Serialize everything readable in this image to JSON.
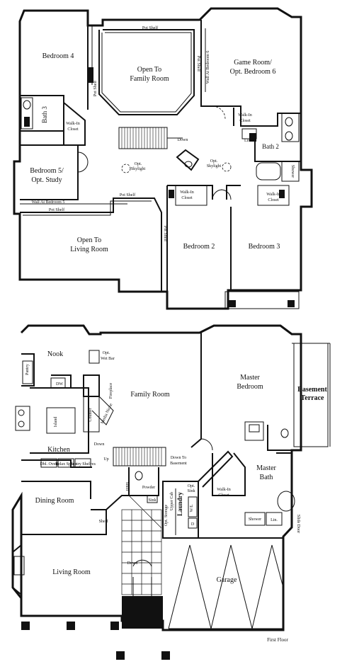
{
  "upper_floor": {
    "rooms": {
      "bedroom4": "Bedroom 4",
      "open_family_1": "Open To",
      "open_family_2": "Family Room",
      "game_room_1": "Game Room/",
      "game_room_2": "Opt. Bedroom 6",
      "bath3": "Bath 3",
      "bedroom5_1": "Bedroom 5/",
      "bedroom5_2": "Opt. Study",
      "bath2": "Bath 2",
      "open_living_1": "Open To",
      "open_living_2": "Living Room",
      "bedroom2": "Bedroom 2",
      "bedroom3": "Bedroom 3"
    },
    "labels": {
      "pot_shelf_top": "Pot Shelf",
      "pot_shelf_left_v": "Pot Shelf",
      "pot_shelf_right_v": "Pot Shelf",
      "wall_at_bedroom6": "Wall At Bedroom 6",
      "walk_in_closet_bath3_1": "Walk-In",
      "walk_in_closet_bath3_2": "Closet",
      "walk_in_closet_game_1": "Walk-In",
      "walk_in_closet_game_2": "Closet",
      "linen": "Linen",
      "down": "Down",
      "opt_skylight_left_1": "Opt.",
      "opt_skylight_left_2": "Skylight",
      "opt_skylight_right_1": "Opt.",
      "opt_skylight_right_2": "Skylight",
      "wall_at_bedroom5": "Wall At Bedroom 5",
      "pot_shelf_mid": "Pot Shelf",
      "pot_shelf_lower": "Pot Shelf",
      "pot_shelf_vertical": "Pot Shelf",
      "walk_in_closet_b2_1": "Walk-In",
      "walk_in_closet_b2_2": "Closet",
      "walk_in_closet_b3_1": "Walk-In",
      "walk_in_closet_b3_2": "Closet",
      "shower": "Shower"
    }
  },
  "main_floor": {
    "rooms": {
      "nook": "Nook",
      "family_room": "Family Room",
      "master_bedroom_1": "Master",
      "master_bedroom_2": "Bedroom",
      "basement_terrace_1": "Basement",
      "basement_terrace_2": "Terrace",
      "kitchen": "Kitchen",
      "master_bath_1": "Master",
      "master_bath_2": "Bath",
      "dining_room": "Dining Room",
      "laundry": "Laundry",
      "living_room": "Living Room",
      "garage": "Garage"
    },
    "labels": {
      "opt_wet_bar_1": "Opt.",
      "opt_wet_bar_2": "Wet Bar",
      "pantry": "Pantry",
      "dw": "DW",
      "island": "Island",
      "counter": "Counter",
      "media_niche": "Media Niche",
      "fireplace": "Fireplace",
      "down_kitchen": "Down",
      "up": "Up",
      "down_to_basement_1": "Down To",
      "down_to_basement_2": "Basement",
      "dbl_oven": "Dbl. Oven",
      "relax_space": "Relax Space",
      "pantry_shelves": "Pantry Shelves",
      "shelf_v": "Shelf",
      "powder": "Powder",
      "sink": "Sink",
      "opt_sink_1": "Opt.",
      "opt_sink_2": "Sink",
      "walk_in_closet_1": "Walk-In",
      "walk_in_closet_2": "Closet",
      "shelf_dining": "Shelf",
      "down_foyer": "Down",
      "shower": "Shower",
      "opt_storage": "Opt. Storage",
      "upper_cab": "Upper Cab",
      "wl": "W/L",
      "dryer": "D",
      "linen_closet": "Lin.",
      "slide_door": "Slide Door",
      "first_floor": "First Floor"
    }
  }
}
